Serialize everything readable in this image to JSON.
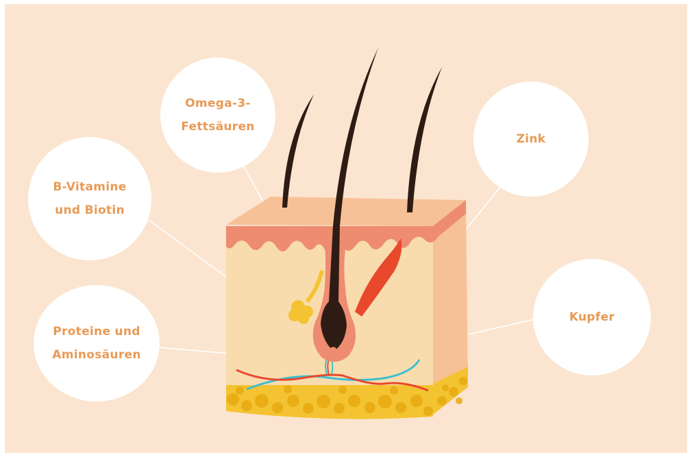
{
  "labels": {
    "omega": "Omega-3-\nFettsäuren",
    "b_vitamins": "B-Vitamine\nund Biotin",
    "zinc": "Zink",
    "proteins": "Proteine und\nAminosäuren",
    "copper": "Kupfer"
  },
  "colors": {
    "background": "#fbe5d0",
    "bubble": "#ffffff",
    "label_text": "#e89a56",
    "dermis": "#f9dcae",
    "epidermis": "#ee8c71",
    "skin_top": "#f7c197",
    "fat": "#f3c332",
    "hair": "#2e1c14",
    "artery": "#e8492d",
    "vein": "#3cbfcf"
  }
}
